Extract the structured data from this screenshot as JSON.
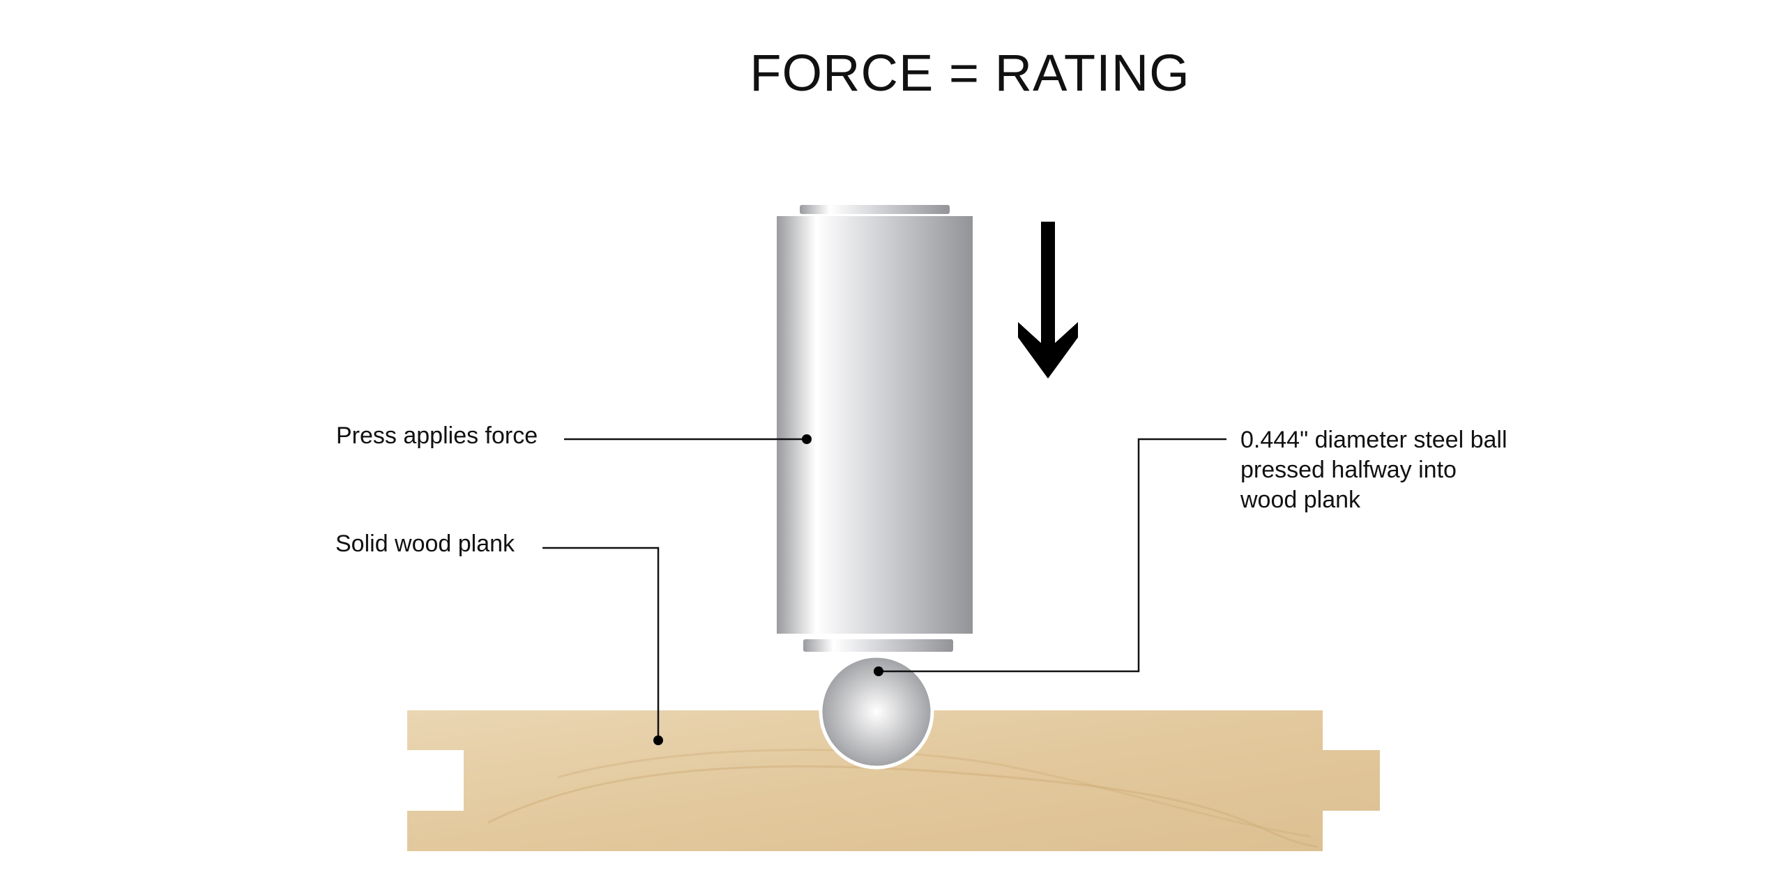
{
  "title": "FORCE = RATING",
  "labels": {
    "press": "Press applies force",
    "plank": "Solid wood plank",
    "ball_line1": "0.444\" diameter steel ball",
    "ball_line2": "pressed halfway into",
    "ball_line3": "wood plank"
  },
  "colors": {
    "wood": "#e4cba2",
    "steel_dark": "#97989c",
    "steel_light": "#ffffff",
    "line": "#111111"
  }
}
